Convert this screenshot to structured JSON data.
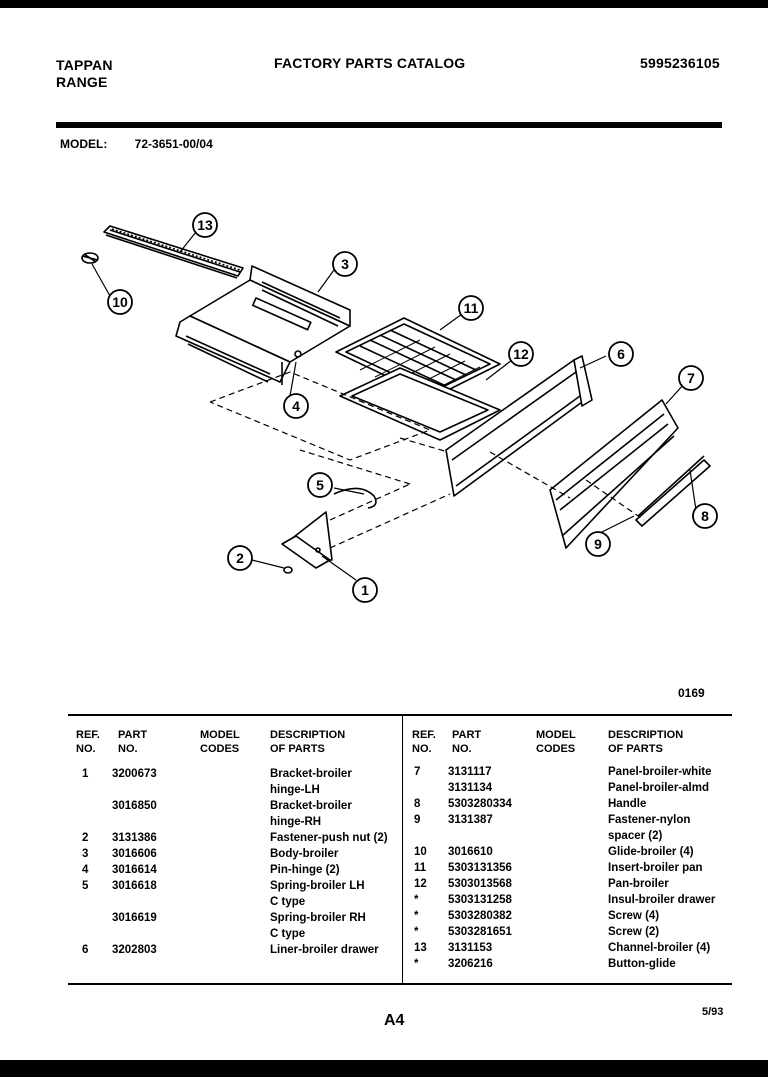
{
  "header": {
    "brand_line1": "TAPPAN",
    "brand_line2": "RANGE",
    "catalog_title": "FACTORY PARTS CATALOG",
    "catalog_number": "5995236105"
  },
  "model": {
    "label": "MODEL:",
    "value": "72-3651-00/04"
  },
  "diagram": {
    "picture_code": "0169",
    "callouts": [
      "13",
      "10",
      "3",
      "11",
      "12",
      "6",
      "7",
      "4",
      "5",
      "8",
      "9",
      "2",
      "1"
    ]
  },
  "table": {
    "headers": {
      "ref_l1": "REF.",
      "ref_l2": "NO.",
      "part_l1": "PART",
      "part_l2": "NO.",
      "model_l1": "MODEL",
      "model_l2": "CODES",
      "desc_l1": "DESCRIPTION",
      "desc_l2": "OF PARTS"
    },
    "left_rows": [
      {
        "ref": "1",
        "part": "3200673",
        "desc": "Bracket-broiler"
      },
      {
        "ref": "",
        "part": "",
        "desc": "hinge-LH"
      },
      {
        "ref": "",
        "part": "3016850",
        "desc": "Bracket-broiler"
      },
      {
        "ref": "",
        "part": "",
        "desc": "hinge-RH"
      },
      {
        "ref": "2",
        "part": "3131386",
        "desc": "Fastener-push nut (2)"
      },
      {
        "ref": "3",
        "part": "3016606",
        "desc": "Body-broiler"
      },
      {
        "ref": "4",
        "part": "3016614",
        "desc": "Pin-hinge (2)"
      },
      {
        "ref": "5",
        "part": "3016618",
        "desc": "Spring-broiler LH"
      },
      {
        "ref": "",
        "part": "",
        "desc": "C type"
      },
      {
        "ref": "",
        "part": "3016619",
        "desc": "Spring-broiler RH"
      },
      {
        "ref": "",
        "part": "",
        "desc": "C type"
      },
      {
        "ref": "6",
        "part": "3202803",
        "desc": "Liner-broiler drawer"
      }
    ],
    "right_rows": [
      {
        "ref": "7",
        "part": "3131117",
        "desc": "Panel-broiler-white"
      },
      {
        "ref": "",
        "part": "3131134",
        "desc": "Panel-broiler-almd"
      },
      {
        "ref": "8",
        "part": "5303280334",
        "desc": "Handle"
      },
      {
        "ref": "9",
        "part": "3131387",
        "desc": "Fastener-nylon"
      },
      {
        "ref": "",
        "part": "",
        "desc": "spacer (2)"
      },
      {
        "ref": "10",
        "part": "3016610",
        "desc": "Glide-broiler (4)"
      },
      {
        "ref": "11",
        "part": "5303131356",
        "desc": "Insert-broiler pan"
      },
      {
        "ref": "12",
        "part": "5303013568",
        "desc": "Pan-broiler"
      },
      {
        "ref": "*",
        "part": "5303131258",
        "desc": "Insul-broiler drawer"
      },
      {
        "ref": "*",
        "part": "5303280382",
        "desc": "Screw (4)"
      },
      {
        "ref": "*",
        "part": "5303281651",
        "desc": "Screw (2)"
      },
      {
        "ref": "13",
        "part": "3131153",
        "desc": "Channel-broiler (4)"
      },
      {
        "ref": "*",
        "part": "3206216",
        "desc": "Button-glide"
      }
    ]
  },
  "footer": {
    "page": "A4",
    "date": "5/93"
  }
}
